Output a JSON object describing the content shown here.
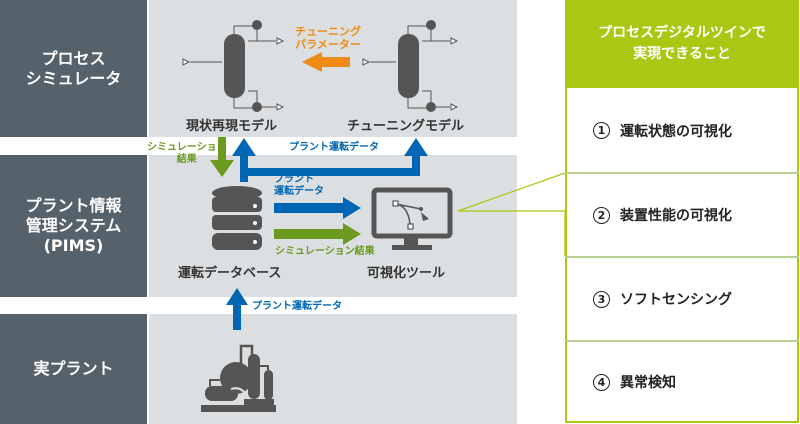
{
  "rows": {
    "simulator": [
      "プロセス",
      "シミュレータ"
    ],
    "pims": [
      "プラント情報",
      "管理システム",
      "(PIMS)"
    ],
    "plant": [
      "実プラント"
    ]
  },
  "nodes": {
    "current_model": "現状再現モデル",
    "tuning_model": "チューニングモデル",
    "database": "運転データベース",
    "viz_tool": "可視化ツール"
  },
  "flows": {
    "tuning_params": [
      "チューニング",
      "パラメーター"
    ],
    "sim_result_up": [
      "シミュレーション",
      "結果"
    ],
    "plant_data_top": "プラント運転データ",
    "plant_data_mid": [
      "プラント",
      "運転データ"
    ],
    "sim_result_mid": "シミュレーション結果",
    "plant_data_bottom": "プラント運転データ"
  },
  "right_panel": {
    "header": [
      "プロセスデジタルツインで",
      "実現できること"
    ],
    "items": [
      {
        "num": "1",
        "label": "運転状態の可視化"
      },
      {
        "num": "2",
        "label": "装置性能の可視化"
      },
      {
        "num": "3",
        "label": "ソフトセンシング"
      },
      {
        "num": "4",
        "label": "異常検知"
      }
    ]
  },
  "colors": {
    "label_bg": "#55626b",
    "panel_bg": "#dcdfe1",
    "accent_green": "#a9c813",
    "flow_blue": "#0066b3",
    "flow_green": "#6b9a1f",
    "flow_orange": "#ef8a14",
    "icon_gray": "#555555"
  }
}
